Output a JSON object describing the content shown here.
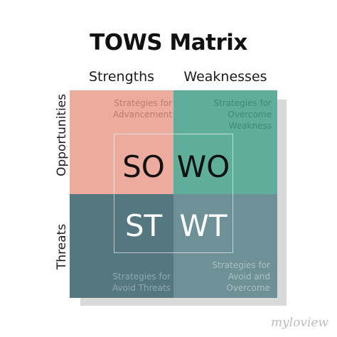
{
  "title": "TOWS Matrix",
  "columns": {
    "strengths": "Strengths",
    "weaknesses": "Weaknesses"
  },
  "rows": {
    "opportunities": "Opportunities",
    "threats": "Threats"
  },
  "quadrants": {
    "so": {
      "code": "SO",
      "description": "Strategies for\nAdvancement",
      "color": "#ecab9c"
    },
    "wo": {
      "code": "WO",
      "description": "Strategies for\nOvercome\nWeakness",
      "color": "#5fae99"
    },
    "st": {
      "code": "ST",
      "description": "Strategies for\nAvoid Threats",
      "color": "#557880"
    },
    "wt": {
      "code": "WT",
      "description": "Strategies for\nAvoid and\nOvercome",
      "color": "#6d9196"
    }
  },
  "watermark": "myloview"
}
